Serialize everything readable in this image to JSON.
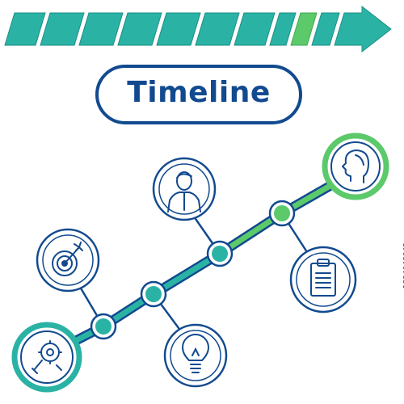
{
  "title": "Timeline",
  "stock_id": "1894048042",
  "colors": {
    "teal": "#2ab3a5",
    "green": "#5cc96b",
    "navy": "#124a8f",
    "watermark": "#333333"
  },
  "arrow_banner": {
    "segment_count": 10,
    "highlighted_segment_index": 9
  },
  "milestones": [
    {
      "icon": "bulb-gear-icon",
      "position": "bottom",
      "emphasized": true
    },
    {
      "icon": "target-icon",
      "position": "top",
      "emphasized": false
    },
    {
      "icon": "lightbulb-icon",
      "position": "bottom",
      "emphasized": false
    },
    {
      "icon": "person-icon",
      "position": "top",
      "emphasized": false
    },
    {
      "icon": "clipboard-icon",
      "position": "bottom",
      "emphasized": false
    },
    {
      "icon": "head-icon",
      "position": "top",
      "emphasized": true
    }
  ]
}
